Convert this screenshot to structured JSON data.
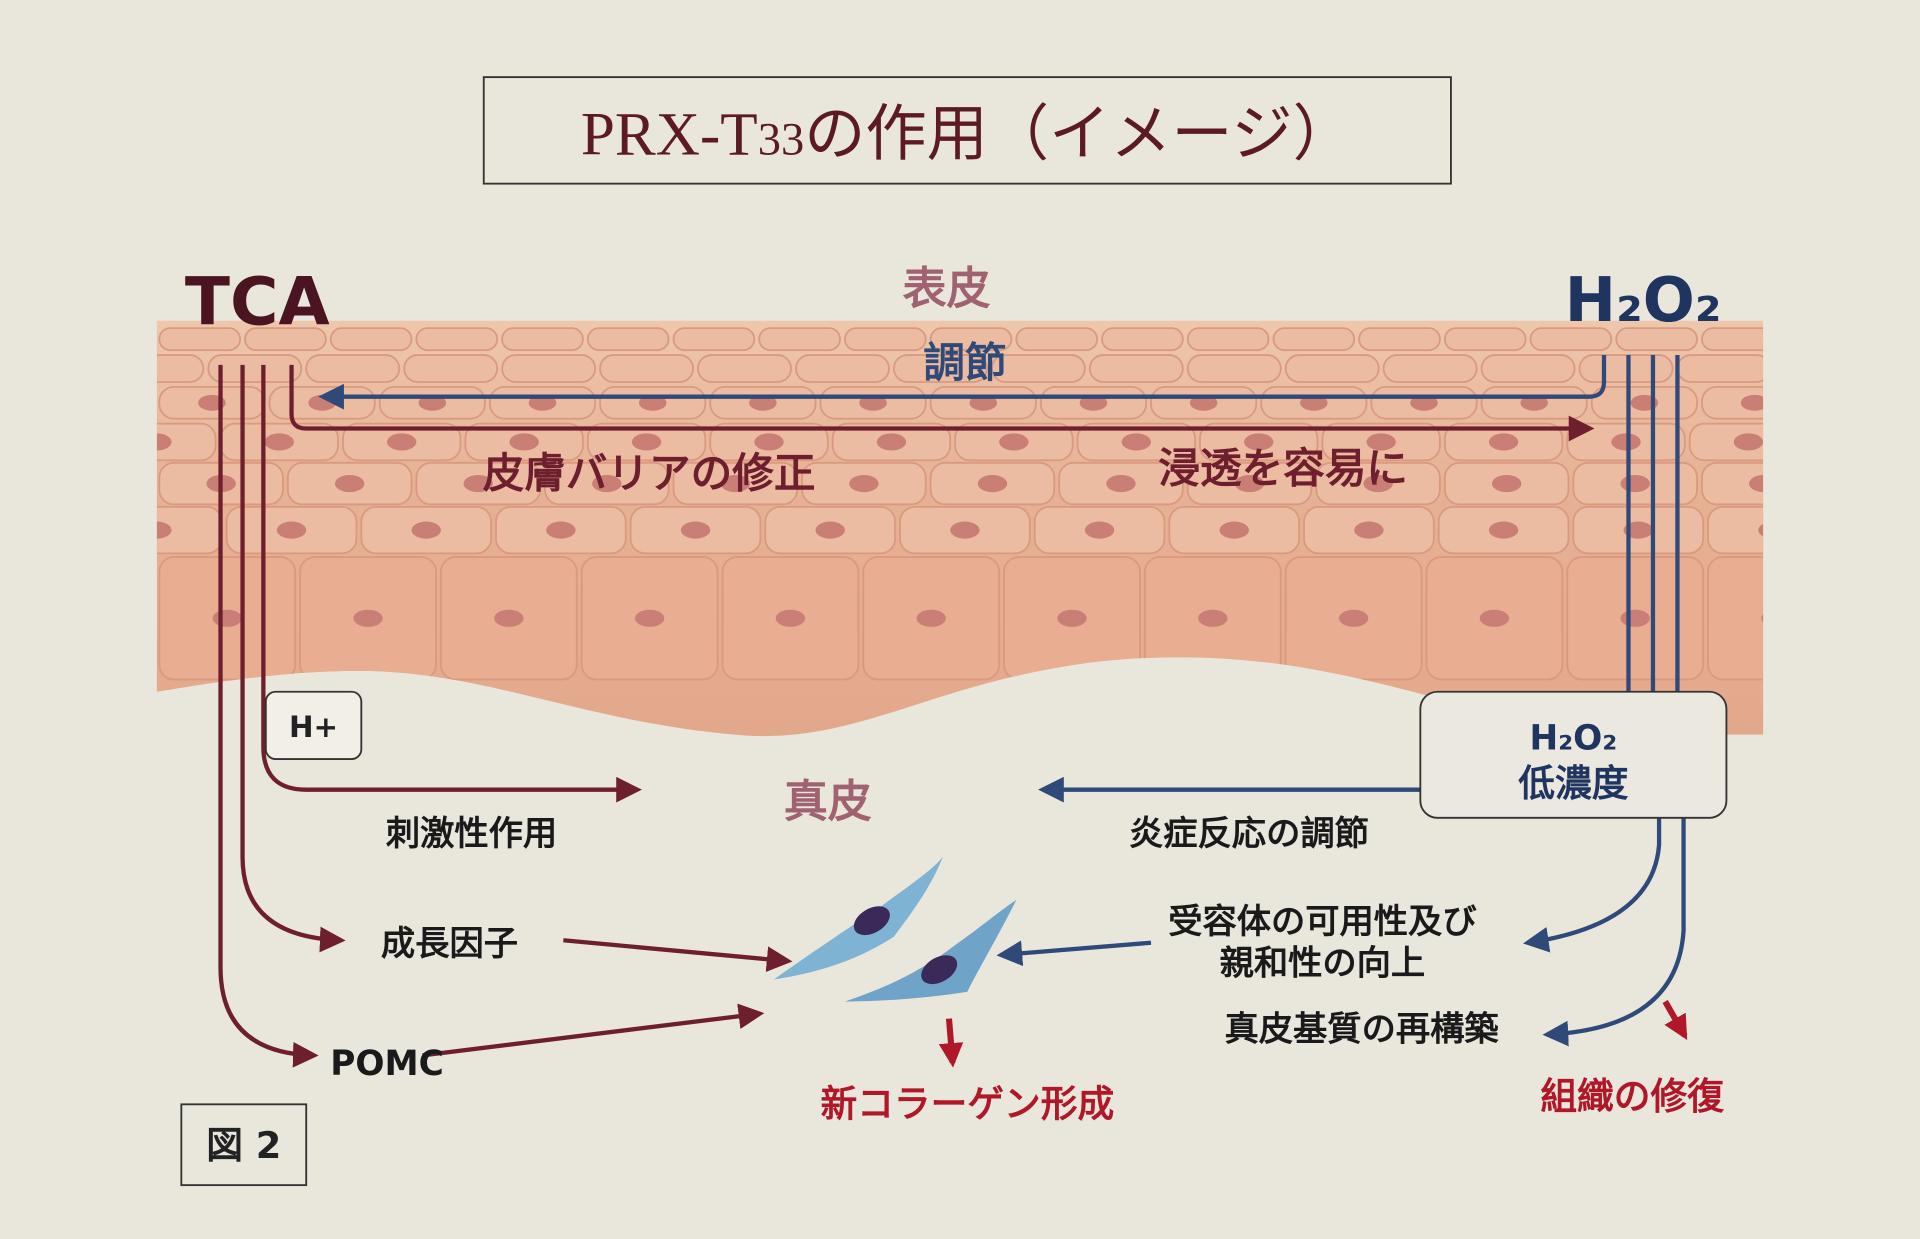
{
  "title": {
    "prefix": "PRX-T",
    "sub": "33",
    "suffix": "の作用（イメージ）"
  },
  "labels": {
    "tca": "TCA",
    "h2o2": "H₂O₂",
    "epidermis": "表皮",
    "regulation": "調節",
    "barrier_repair": "皮膚バリアの修正",
    "easy_penetration": "浸透を容易に",
    "h_plus": "H+",
    "dermis": "真皮",
    "irritant_action": "刺激性作用",
    "growth_factor": "成長因子",
    "pomc": "POMC",
    "h2o2_box_formula": "H₂O₂",
    "h2o2_box_low": "低濃度",
    "inflammation_regulation": "炎症反応の調節",
    "receptor_line1": "受容体の可用性及び",
    "receptor_line2": "親和性の向上",
    "matrix_rebuild": "真皮基質の再構築",
    "new_collagen": "新コラーゲン形成",
    "tissue_repair": "組織の修復",
    "figure_label": "図 2"
  },
  "colors": {
    "background": "#e9e6dc",
    "tca_line": "#6e1f2e",
    "h2o2_line": "#2f4a78",
    "result_red": "#b0182a",
    "skin": "#e9b79a",
    "cell_blue": "#6fa4c8"
  }
}
